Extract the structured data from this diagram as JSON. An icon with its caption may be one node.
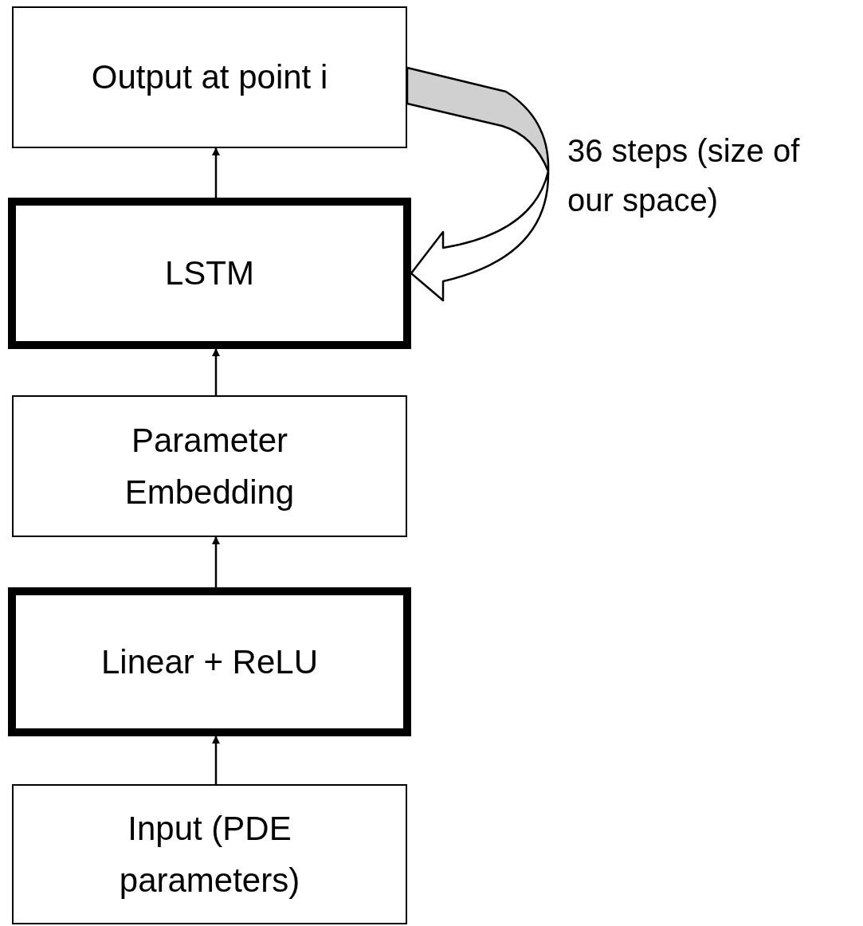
{
  "diagram": {
    "nodes": [
      {
        "text": [
          "Output at point i"
        ]
      },
      {
        "text": [
          "LSTM"
        ]
      },
      {
        "text": [
          "Parameter Embedding"
        ]
      },
      {
        "text": [
          "Linear + ReLU"
        ]
      },
      {
        "text": [
          "Input (PDE parameters)"
        ]
      }
    ],
    "edges": [
      {
        "from": 4,
        "to": 3,
        "arrow": "to"
      },
      {
        "from": 3,
        "to": 2,
        "arrow": "to"
      },
      {
        "from": 2,
        "to": 1,
        "arrow": "to"
      },
      {
        "from": 1,
        "to": 0,
        "arrow": "to"
      },
      {
        "from": 0,
        "to": 1,
        "arrow": "to",
        "label": "36 steps (size of our space)",
        "style": "thick"
      }
    ]
  }
}
